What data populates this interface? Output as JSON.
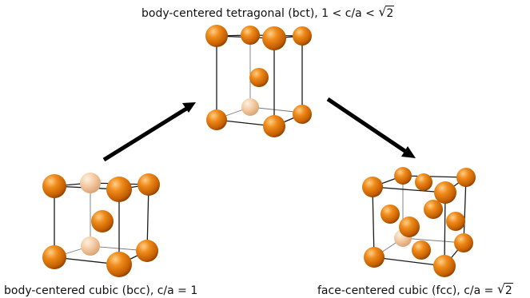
{
  "labels": {
    "bct": {
      "text": "body-centered tetragonal (bct), 1 < c/a <",
      "radicand": "2"
    },
    "bcc": {
      "text": "body-centered cubic (bcc), c/a = 1"
    },
    "fcc": {
      "text": "face-centered cubic (fcc), c/a =",
      "radicand": "2"
    }
  },
  "colors": {
    "atom": "#e07a10",
    "atom_dark": "#8a3d00",
    "atom_light": "#ffd08a",
    "atom_back": "#f1c49b",
    "edge": "#1a1a1a",
    "arrow": "#000000"
  }
}
